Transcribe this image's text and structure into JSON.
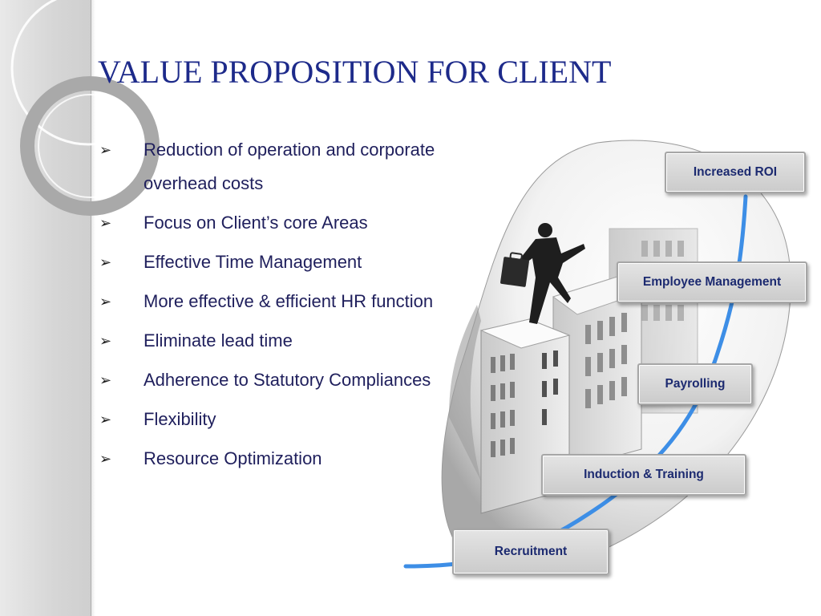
{
  "slide": {
    "title": "VALUE PROPOSITION FOR CLIENT",
    "bullet_icon": "arrow-bullet-icon",
    "bullets": [
      "Reduction of operation and corporate overhead costs",
      "Focus on Client’s core Areas",
      "Effective Time Management",
      "More effective & efficient HR function",
      "Eliminate lead time",
      "Adherence to Statutory Compliances",
      "Flexibility",
      "Resource Optimization"
    ]
  },
  "stages": {
    "roi": "Increased ROI",
    "employee": "Employee Management",
    "payrolling": "Payrolling",
    "induction": "Induction & Training",
    "recruitment": "Recruitment"
  },
  "colors": {
    "title": "#1d2a8a",
    "curve": "#3d8ee6",
    "label_text": "#1c2a70"
  }
}
